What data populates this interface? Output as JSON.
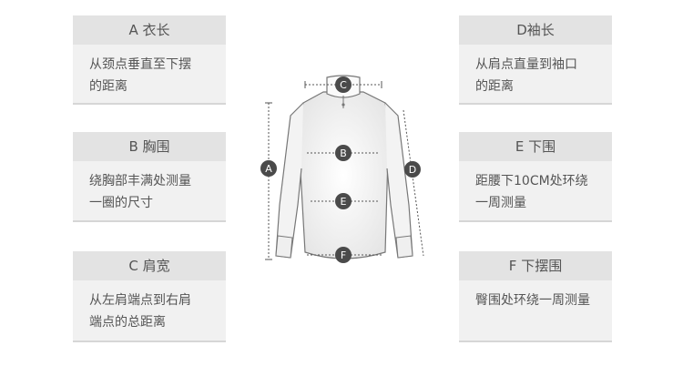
{
  "cards": {
    "a": {
      "title": "A 衣长",
      "lines": [
        "从颈点垂直至下摆",
        "的距离"
      ]
    },
    "b": {
      "title": "B 胸围",
      "lines": [
        "绕胸部丰满处测量",
        "一圈的尺寸"
      ]
    },
    "c": {
      "title": "C 肩宽",
      "lines": [
        "从左肩端点到右肩",
        "端点的总距离"
      ]
    },
    "d": {
      "title": "D袖长",
      "lines": [
        "从肩点直量到袖口",
        "的距离"
      ]
    },
    "e": {
      "title": "E 下围",
      "lines": [
        "距腰下10CM处环绕",
        "一周测量"
      ]
    },
    "f": {
      "title": "F 下摆围",
      "lines": [
        "臀围处环绕一周测量"
      ]
    }
  },
  "diagram": {
    "markers": {
      "a": "A",
      "b": "B",
      "c": "C",
      "d": "D",
      "e": "E",
      "f": "F"
    }
  },
  "colors": {
    "card_header": "#e3e3e3",
    "card_body": "#f1f1f1",
    "marker": "#4a4a4a",
    "garment_line": "#777777"
  }
}
